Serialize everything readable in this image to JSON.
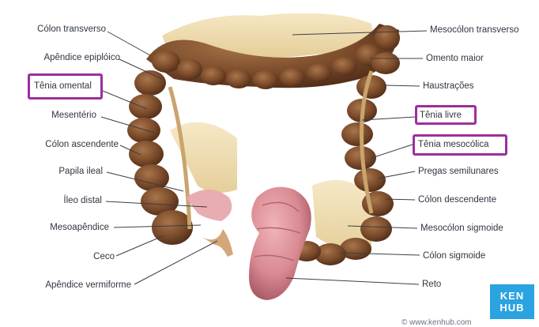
{
  "labels_left": [
    {
      "id": "colon-transverso",
      "text": "Cólon transverso"
    },
    {
      "id": "apendice-epiploico",
      "text": "Apêndice epiplóico"
    },
    {
      "id": "tenia-omental",
      "text": "Tênia omental",
      "highlighted": true
    },
    {
      "id": "mesenterio",
      "text": "Mesentério"
    },
    {
      "id": "colon-ascendente",
      "text": "Cólon ascendente"
    },
    {
      "id": "papila-ileal",
      "text": "Papila ileal"
    },
    {
      "id": "ileo-distal",
      "text": "Íleo distal"
    },
    {
      "id": "mesoapendice",
      "text": "Mesoapêndice"
    },
    {
      "id": "ceco",
      "text": "Ceco"
    },
    {
      "id": "apendice-vermiforme",
      "text": "Apêndice vermiforme"
    }
  ],
  "labels_right": [
    {
      "id": "mesocolon-transverso",
      "text": "Mesocólon transverso"
    },
    {
      "id": "omento-maior",
      "text": "Omento maior"
    },
    {
      "id": "haustracoes",
      "text": "Haustrações"
    },
    {
      "id": "tenia-livre",
      "text": "Tênia livre",
      "highlighted": true
    },
    {
      "id": "tenia-mesocolica",
      "text": "Tênia mesocólica",
      "highlighted": true
    },
    {
      "id": "pregas-semilunares",
      "text": "Pregas semilunares"
    },
    {
      "id": "colon-descendente",
      "text": "Cólon descendente"
    },
    {
      "id": "mesocolon-sigmoide",
      "text": "Mesocólon sigmoide"
    },
    {
      "id": "colon-sigmoide",
      "text": "Cólon sigmoide"
    },
    {
      "id": "reto",
      "text": "Reto"
    }
  ],
  "logo": {
    "line1": "KEN",
    "line2": "HUB"
  },
  "copyright": "© www.kenhub.com",
  "colors": {
    "highlight": "#9c2f9e",
    "colon": "#7a4a2a",
    "colon_light": "#a8764a",
    "mesentery": "#efdcae",
    "rectum": "#d98a93",
    "leader": "#3a3f47",
    "logo_bg": "#2aa3e0"
  }
}
